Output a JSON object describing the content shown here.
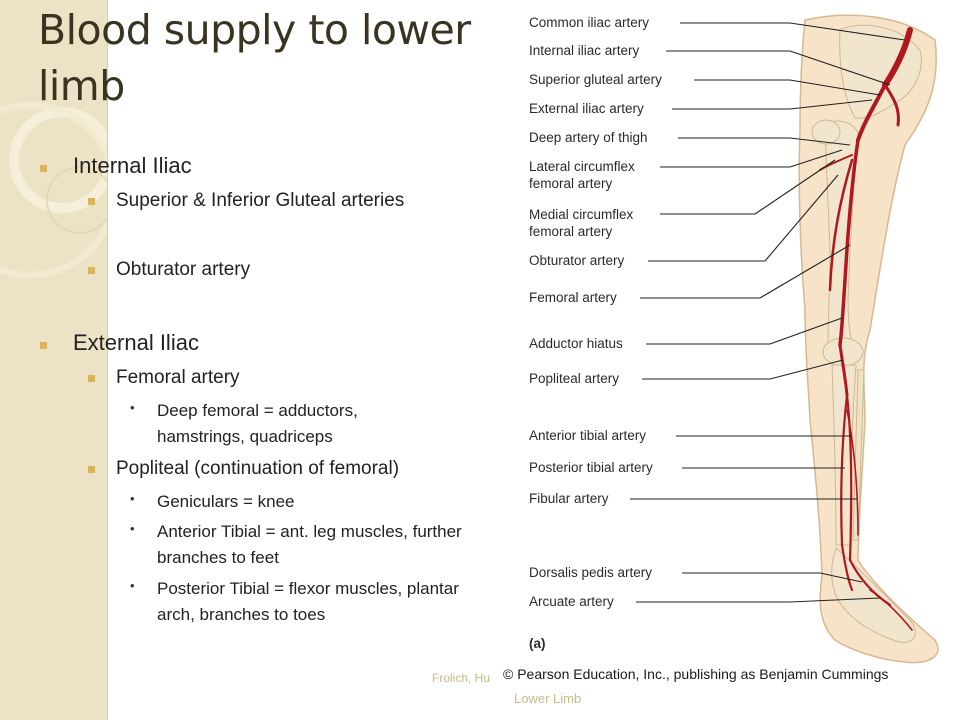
{
  "slide": {
    "title": "Blood supply to lower limb",
    "bullets": [
      {
        "text": "Internal Iliac"
      },
      {
        "text": "Superior & Inferior Gluteal arteries"
      },
      {
        "text": "Obturator artery"
      },
      {
        "text": "External Iliac"
      },
      {
        "text": "Femoral artery"
      },
      {
        "text": "Deep femoral = adductors, hamstrings, quadriceps"
      },
      {
        "text": "Popliteal (continuation of femoral)"
      },
      {
        "text": "Geniculars = knee"
      },
      {
        "text": "Anterior Tibial = ant. leg muscles, further branches to feet"
      },
      {
        "text": "Posterior Tibial = flexor muscles, plantar arch, branches to toes"
      }
    ]
  },
  "figure": {
    "labels": [
      "Common iliac artery",
      "Internal iliac artery",
      "Superior gluteal artery",
      "External iliac artery",
      "Deep artery of thigh",
      "Lateral circumflex femoral artery",
      "Medial circumflex femoral artery",
      "Obturator artery",
      "Femoral artery",
      "Adductor hiatus",
      "Popliteal artery",
      "Anterior tibial artery",
      "Posterior tibial artery",
      "Fibular artery",
      "Dorsalis pedis artery",
      "Arcuate artery"
    ],
    "panel_label": "(a)",
    "credit": "© Pearson Education, Inc., publishing as Benjamin Cummings"
  },
  "footer": {
    "author": "Frolich, Hu",
    "section": "Lower Limb"
  },
  "colors": {
    "sidebar": "#ece3c6",
    "bullet": "#d9b45c",
    "artery": "#b0171f",
    "skin": "#f7e3c8",
    "bone": "#f1e6cd",
    "footer_text": "#c9b98a"
  }
}
